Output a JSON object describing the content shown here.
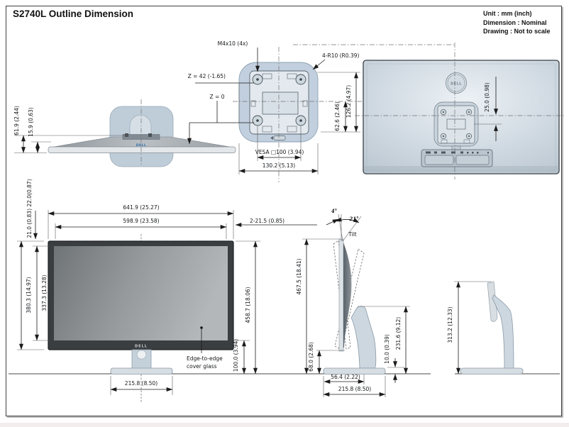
{
  "title": "S2740L Outline Dimension",
  "notes": {
    "unit": "Unit : mm (inch)",
    "dimension": "Dimension : Nominal",
    "drawing": "Drawing : Not to scale"
  },
  "colors": {
    "dell_blue": "#2f6fad",
    "body_fill": "#c9d4de",
    "bezel": "#383c3f",
    "line": "#1c1c1c"
  },
  "stand_view": {
    "height": "61.9 (2.44)",
    "plate": "15.9 (0.63)",
    "logo": "DELL"
  },
  "vesa_view": {
    "m4": "M4x10 (4x)",
    "r10": "4-R10 (R0.39)",
    "z42": "Z = 42 (-1.65)",
    "z0": "Z = 0",
    "vesa": "VESA □100 (3.94)",
    "width": "130.2 (5.13)",
    "half_height": "62.6 (2.46)",
    "full_height": "126.2 (4.97)"
  },
  "back_view": {
    "offset": "25.0 (0.98)",
    "logo": "DELL"
  },
  "front_view": {
    "width_outer": "641.9 (25.27)",
    "width_active": "598.9 (23.58)",
    "bezel_side": "2-21.5 (0.85)",
    "bezel_top": "21.0 (0.83) 22.0(0.87)",
    "height_outer": "380.3 (14.97)",
    "height_active": "337.3 (13.28)",
    "height_total": "458.7 (18.06)",
    "height_base": "100.0 (3.94)",
    "base_width": "215.8 (8.50)",
    "glass_line1": "Edge-to-edge",
    "glass_line2": "cover glass",
    "logo": "DELL"
  },
  "tilt_view": {
    "angle_fwd": "4°",
    "angle_back": "21°",
    "tilt_label": "Tilt",
    "height": "467.5 (18.41)",
    "clearance": "68.0 (2.68)",
    "base_thickness": "10.0 (0.39)",
    "stand_height": "231.6 (9.12)",
    "front_depth": "56.4 (2.22)",
    "base_depth": "215.8 (8.50)"
  },
  "side_view": {
    "height": "313.2 (12.33)"
  }
}
